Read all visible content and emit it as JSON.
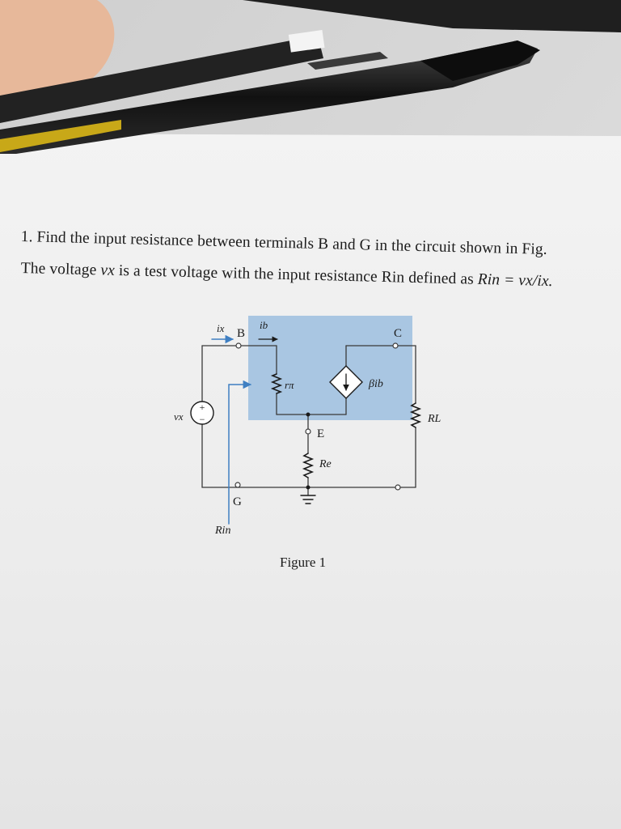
{
  "question": {
    "line1": "1. Find the input resistance between terminals B and G in the circuit shown in Fig.",
    "line2_prefix": "The voltage ",
    "line2_vx": "vx",
    "line2_middle": " is a test voltage with the input resistance Rin defined as ",
    "line2_formula": "Rin = vx/ix."
  },
  "circuit": {
    "node_b": "B",
    "node_c": "C",
    "node_e": "E",
    "node_g": "G",
    "label_ix": "ix",
    "label_ib": "ib",
    "label_rpi": "rπ",
    "label_beta_ib": "βib",
    "label_vx": "vx",
    "label_rl": "RL",
    "label_re": "Re",
    "label_rin": "Rin",
    "source_plus": "+",
    "source_minus": "−"
  },
  "figure_caption": "Figure 1",
  "colors": {
    "highlight_box": "#a9c6e2",
    "arrow_blue": "#3f7fc2",
    "pen_body": "#1a1a1a",
    "paper": "#f2f2f2"
  }
}
